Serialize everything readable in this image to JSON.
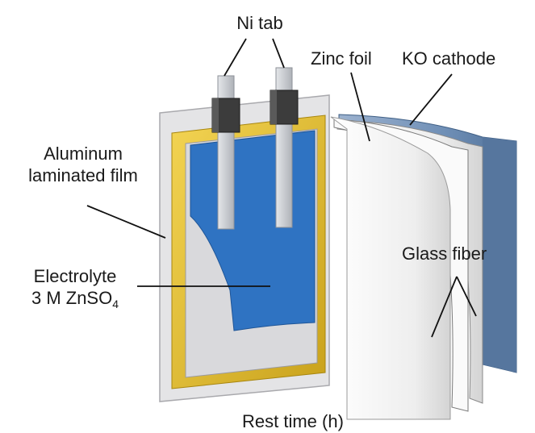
{
  "labels": {
    "ni_tab": "Ni tab",
    "zinc_foil": "Zinc foil",
    "ko_cathode": "KO cathode",
    "aluminum_line1": "Aluminum",
    "aluminum_line2": "laminated film",
    "electrolyte_line1": "Electrolyte",
    "electrolyte_line2_main": "3 M ZnSO",
    "electrolyte_line2_sub": "4",
    "glass_fiber": "Glass fiber",
    "cropped_axis_text": "Rest time (h)"
  },
  "colors": {
    "film_outer": "#e6e6e8",
    "film_edge": "#b9b9bd",
    "seal_gold": "#e8c43a",
    "seal_gold_dark": "#b89515",
    "electrolyte_blue": "#2f73c2",
    "tab_grey": "#cfd2d6",
    "tab_dark": "#3a3a3a",
    "cathode_blue": "#7e9bbf",
    "sheet_white": "#f7f7f7",
    "line": "#111111"
  }
}
